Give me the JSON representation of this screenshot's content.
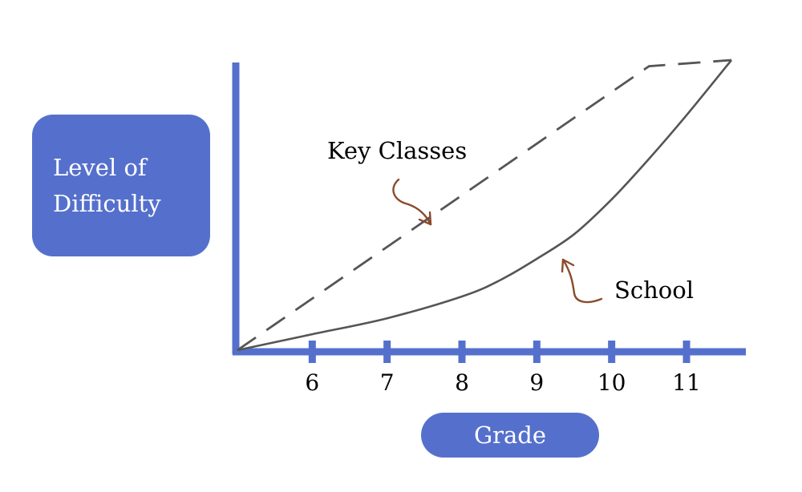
{
  "chart_data": {
    "type": "line",
    "xlabel": "Grade",
    "ylabel": "Level of Difficulty",
    "x_ticks": [
      "6",
      "7",
      "8",
      "9",
      "10",
      "11"
    ],
    "xlim": [
      5,
      11.6
    ],
    "ylim": [
      0,
      100
    ],
    "series": [
      {
        "name": "Key Classes",
        "style": "dashed",
        "color": "#555555",
        "points": [
          [
            5,
            0
          ],
          [
            5.5,
            8.9
          ],
          [
            6,
            17.8
          ],
          [
            6.5,
            26.7
          ],
          [
            7,
            35.6
          ],
          [
            7.5,
            44.5
          ],
          [
            8,
            53.4
          ],
          [
            8.5,
            62.3
          ],
          [
            9,
            71.2
          ],
          [
            9.5,
            80.1
          ],
          [
            10,
            89.0
          ],
          [
            10.5,
            97.9
          ],
          [
            11.6,
            100
          ]
        ]
      },
      {
        "name": "School",
        "style": "solid",
        "color": "#555555",
        "points": [
          [
            5,
            0
          ],
          [
            6,
            5.5
          ],
          [
            7,
            11
          ],
          [
            8,
            18.5
          ],
          [
            8.5,
            24
          ],
          [
            9,
            31.5
          ],
          [
            9.5,
            40
          ],
          [
            10,
            52
          ],
          [
            10.5,
            66
          ],
          [
            11,
            81
          ],
          [
            11.6,
            100
          ]
        ]
      }
    ],
    "annotations": [
      {
        "text": "Key Classes",
        "points_to": "Key Classes"
      },
      {
        "text": "School",
        "points_to": "School"
      }
    ]
  },
  "colors": {
    "axis": "#5570cc",
    "line": "#555555",
    "arrow": "#8b4a2b",
    "label_box": "#5570cc"
  }
}
